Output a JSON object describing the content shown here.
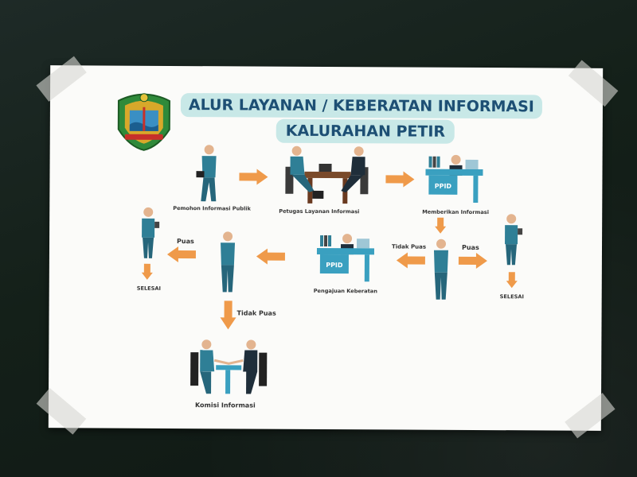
{
  "poster": {
    "title_line1": "ALUR LAYANAN / KEBERATAN INFORMASI",
    "title_line2": "KALURAHAN PETIR",
    "ppid_label": "PPID",
    "captions": {
      "pemohon": "Pemohon Informasi Publik",
      "petugas": "Petugas Layanan Informasi",
      "memberikan": "Memberikan Informasi",
      "pengajuan": "Pengajuan Keberatan",
      "komisi": "Komisi Informasi",
      "selesai_left": "SELESAI",
      "selesai_right": "SELESAI"
    },
    "branch_labels": {
      "puas_left": "Puas",
      "puas_right": "Puas",
      "tidak_puas_right": "Tidak Puas",
      "tidak_puas_down": "Tidak Puas"
    }
  },
  "colors": {
    "title_text": "#1d4f74",
    "title_bg": "#c8e8e7",
    "suit": "#2f7f96",
    "arrow": "#ef9a4a",
    "desk": "#3aa0c0"
  },
  "icons": [
    "crest-logo",
    "person-icon",
    "meeting-icon",
    "ppid-desk-icon",
    "arrow-icon"
  ]
}
